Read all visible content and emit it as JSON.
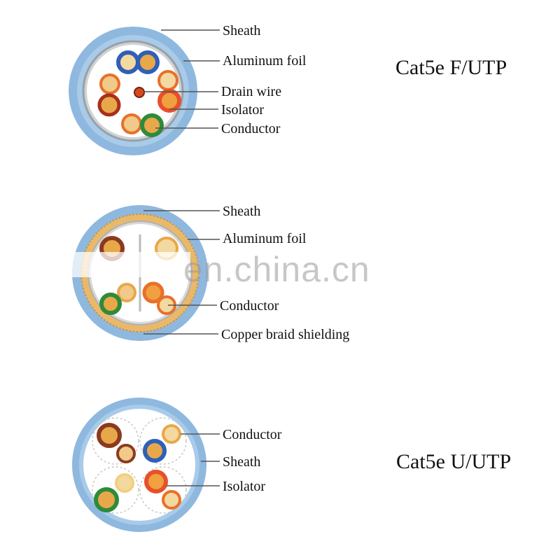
{
  "cables": [
    {
      "id": "ftp",
      "title": "Cat5e F/UTP",
      "labels": [
        "Sheath",
        "Aluminum foil",
        "Drain wire",
        "Isolator",
        "Conductor"
      ]
    },
    {
      "id": "braid",
      "title": "",
      "labels": [
        "Sheath",
        "Aluminum foil",
        "Conductor",
        "Copper braid shielding"
      ]
    },
    {
      "id": "utp",
      "title": "Cat5e U/UTP",
      "labels": [
        "Conductor",
        "Sheath",
        "Isolator"
      ]
    }
  ],
  "watermark": "en.china.cn",
  "colors": {
    "sheath": "#8fb8df",
    "sheath_inner": "#a8cbea",
    "foil": "#c9c9c9",
    "braid": "#e9b969",
    "leader": "#555555",
    "orange": "#e8702a",
    "blue": "#2f5fb8",
    "green": "#2e8b3a",
    "brown": "#8b3a1f"
  }
}
